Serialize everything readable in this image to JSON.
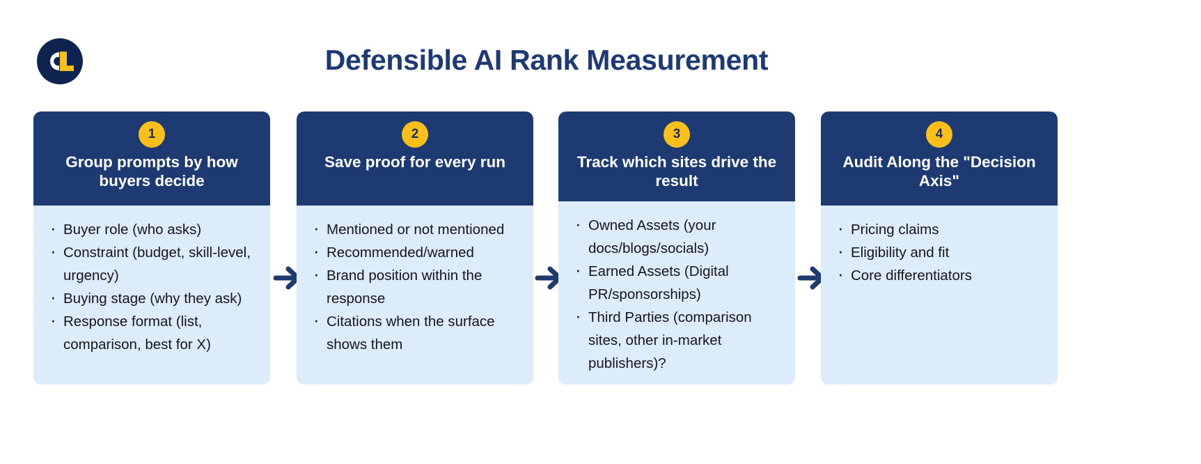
{
  "header": {
    "title": "Defensible AI Rank Measurement",
    "logo": {
      "letters": "CL",
      "circle_color": "#0e2350",
      "c_color": "#ffffff",
      "l_color": "#fbbf1b"
    }
  },
  "colors": {
    "navy": "#1d3a72",
    "title_navy": "#1e3a75",
    "body_blue": "#ddecfb",
    "badge_yellow": "#fbbf1b",
    "badge_text": "#17305f",
    "arrow_navy": "#1e3a6e",
    "bullet_text": "#16161a"
  },
  "cards": [
    {
      "number": "1",
      "title": "Group prompts by how buyers decide",
      "bullets": [
        "Buyer role (who asks)",
        "Constraint (budget, skill-level, urgency)",
        "Buying stage (why they ask)",
        "Response format (list, comparison, best for X)"
      ]
    },
    {
      "number": "2",
      "title": "Save proof for every run",
      "bullets": [
        "Mentioned or not mentioned",
        "Recommended/warned",
        "Brand position within the response",
        "Citations when the surface shows them"
      ]
    },
    {
      "number": "3",
      "title": "Track which sites drive the result",
      "bullets": [
        "Owned Assets (your docs/blogs/socials)",
        "Earned Assets (Digital PR/sponsorships)",
        "Third Parties (comparison sites, other in-market publishers)?"
      ]
    },
    {
      "number": "4",
      "title": "Audit Along the \"Decision Axis\"",
      "bullets": [
        "Pricing claims",
        "Eligibility and fit",
        "Core differentiators"
      ]
    }
  ],
  "arrows": [
    {
      "name": "arrow-step-1-to-2"
    },
    {
      "name": "arrow-step-2-to-3"
    },
    {
      "name": "arrow-step-3-to-4"
    }
  ]
}
